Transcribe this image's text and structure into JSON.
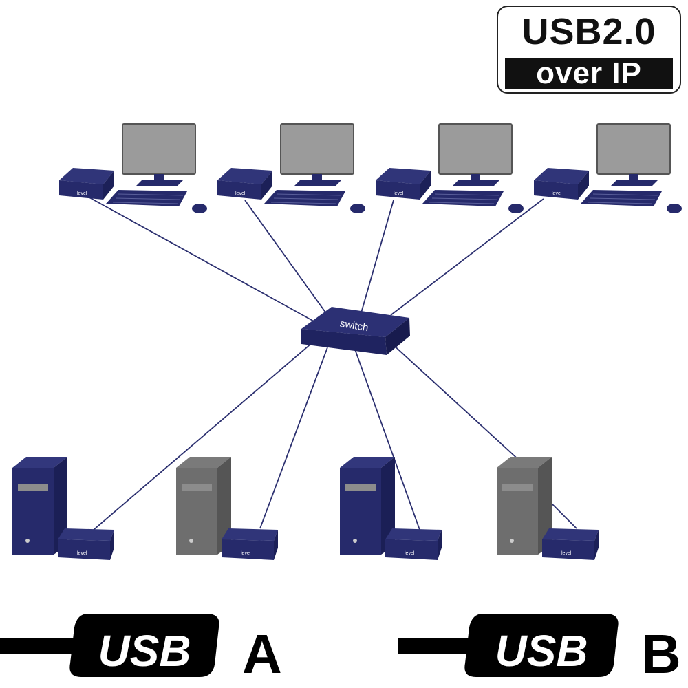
{
  "badge": {
    "line1": "USB2.0",
    "line2": "over IP"
  },
  "network": {
    "switch_label": "switch",
    "remote_device_label": "level",
    "local_device_label": "level",
    "workstation_count": 4,
    "hosts": [
      {
        "state": "active"
      },
      {
        "state": "inactive"
      },
      {
        "state": "active"
      },
      {
        "state": "inactive"
      }
    ]
  },
  "legend": {
    "a": {
      "usb_text": "USB",
      "suffix": "A"
    },
    "b": {
      "usb_text": "USB",
      "suffix": "B"
    }
  },
  "colors": {
    "device_navy": "#262a6b",
    "cable": "#2b2f6f",
    "host_inactive": "#6e6e6e",
    "monitor_screen": "#9b9b9b"
  }
}
